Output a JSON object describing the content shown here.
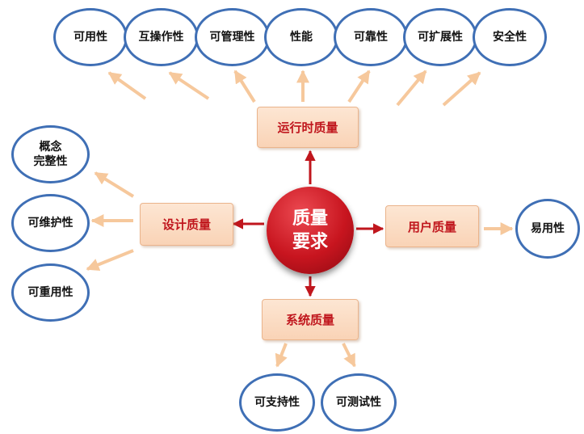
{
  "center": {
    "label": "质量\n要求"
  },
  "categories": {
    "runtime": "运行时质量",
    "design": "设计质量",
    "user": "用户质量",
    "system": "系统质量"
  },
  "runtime_attributes": [
    "可用性",
    "互操作性",
    "可管理性",
    "性能",
    "可靠性",
    "可扩展性",
    "安全性"
  ],
  "design_attributes": [
    "概念\n完整性",
    "可维护性",
    "可重用性"
  ],
  "user_attributes": [
    "易用性"
  ],
  "system_attributes": [
    "可支持性",
    "可测试性"
  ],
  "colors": {
    "ellipse_border": "#3f6fb5",
    "category_text": "#c0161d",
    "category_fill": "#fbdcc3",
    "center_fill": "#c8151f",
    "red_arrow": "#c0161d",
    "orange_arrow": "#f6c89c"
  }
}
